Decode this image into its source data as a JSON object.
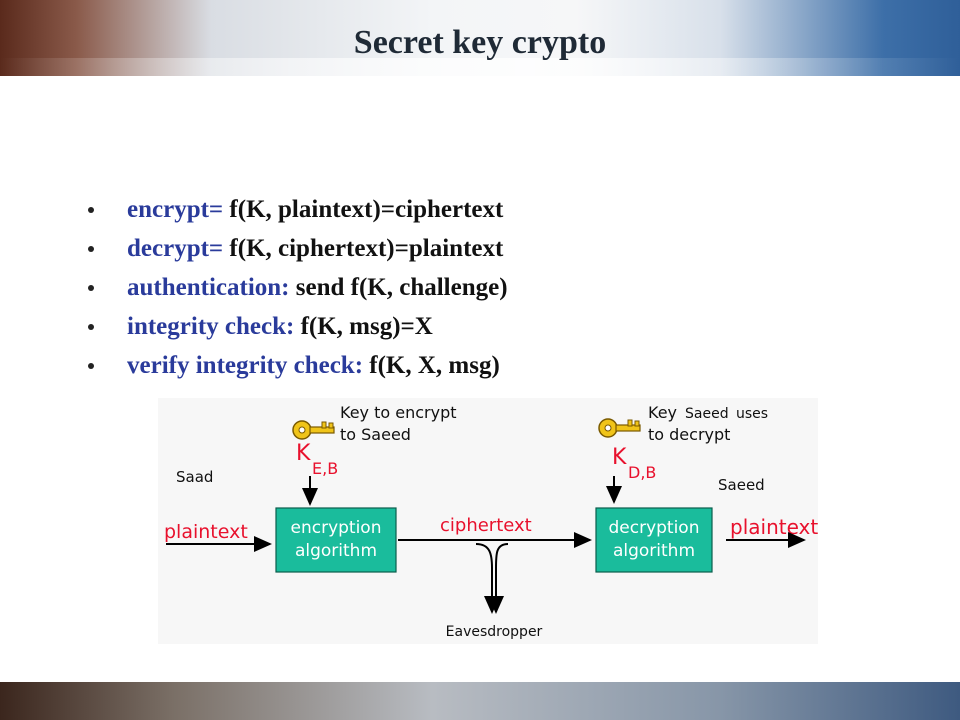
{
  "slide": {
    "title": "Secret key crypto",
    "bullets": [
      {
        "term": "encrypt=",
        "formula": "f(K, plaintext)=ciphertext"
      },
      {
        "term": "decrypt=",
        "formula": "f(K, ciphertext)=plaintext"
      },
      {
        "term": "authentication:",
        "formula": "send f(K, challenge)"
      },
      {
        "term": "integrity check:",
        "formula": "f(K, msg)=X"
      },
      {
        "term": "verify integrity check:",
        "formula": "f(K, X, msg)"
      }
    ]
  },
  "diagram": {
    "sender": "Saad",
    "receiver": "Saeed",
    "key_left_caption_1": "Key to encrypt",
    "key_left_caption_2": "to Saeed",
    "key_left_symbol": "K",
    "key_left_subscript": "E,B",
    "key_right_caption_1": "Key",
    "key_right_caption_name": "Saeed",
    "key_right_caption_uses": "uses",
    "key_right_caption_2": "to decrypt",
    "key_right_symbol": "K",
    "key_right_subscript": "D,B",
    "input_label": "plaintext",
    "encrypt_box_1": "encryption",
    "encrypt_box_2": "algorithm",
    "channel_label": "ciphertext",
    "decrypt_box_1": "decryption",
    "decrypt_box_2": "algorithm",
    "output_label": "plaintext",
    "eavesdropper_label": "Eavesdropper",
    "colors": {
      "box_fill": "#1abc9c",
      "accent_red": "#e8112d",
      "key_gold": "#f0c419"
    }
  }
}
